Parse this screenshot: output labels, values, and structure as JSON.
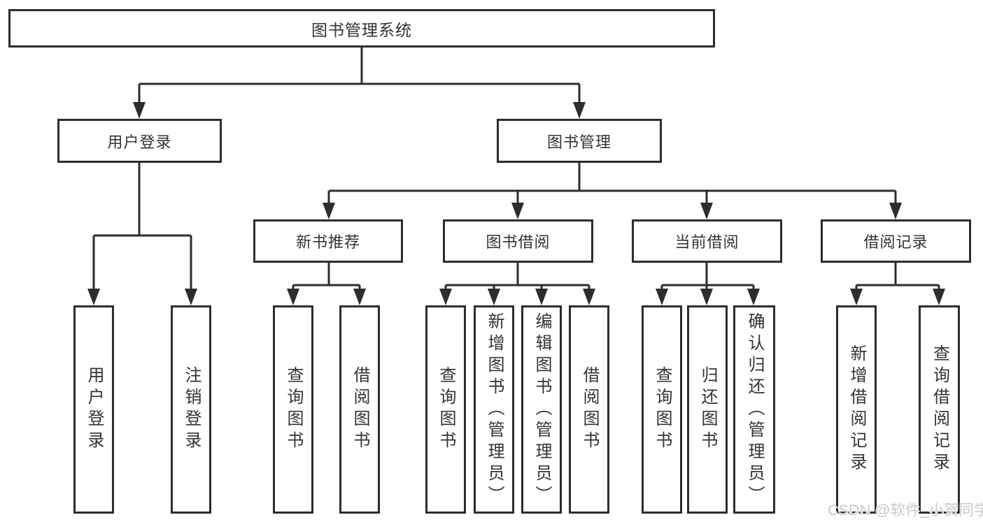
{
  "diagram": {
    "type": "tree",
    "root": {
      "label": "图书管理系统",
      "children": [
        {
          "label": "用户登录",
          "children": [
            {
              "label": "用户登录"
            },
            {
              "label": "注销登录"
            }
          ]
        },
        {
          "label": "图书管理",
          "children": [
            {
              "label": "新书推荐",
              "children": [
                {
                  "label": "查询图书"
                },
                {
                  "label": "借阅图书"
                }
              ]
            },
            {
              "label": "图书借阅",
              "children": [
                {
                  "label": "查询图书"
                },
                {
                  "label": "新增图书（管理员）"
                },
                {
                  "label": "编辑图书（管理员）"
                },
                {
                  "label": "借阅图书"
                }
              ]
            },
            {
              "label": "当前借阅",
              "children": [
                {
                  "label": "查询图书"
                },
                {
                  "label": "归还图书"
                },
                {
                  "label": "确认归还（管理员）"
                }
              ]
            },
            {
              "label": "借阅记录",
              "children": [
                {
                  "label": "新增借阅记录"
                },
                {
                  "label": "查询借阅记录"
                }
              ]
            }
          ]
        }
      ]
    }
  },
  "watermark": {
    "text": "CSDN @软件_小贺同学"
  },
  "colors": {
    "line": "#2d2d2d",
    "text": "#333333",
    "background": "#ffffff",
    "watermark": "#c8c8c8"
  }
}
